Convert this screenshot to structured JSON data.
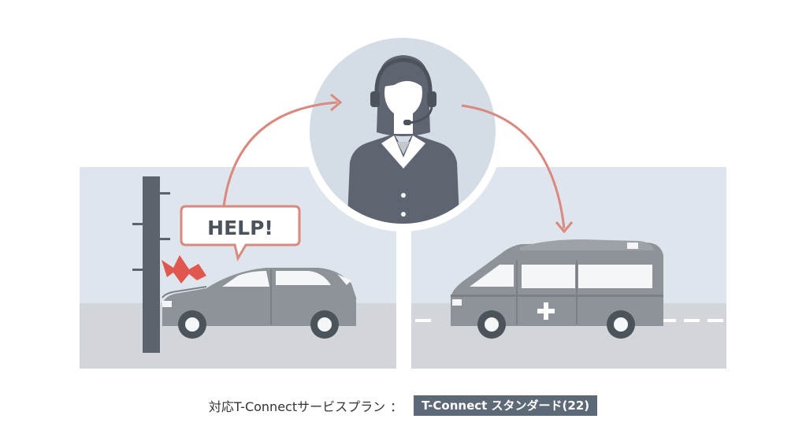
{
  "illustration": {
    "help_bubble_text": "HELP!",
    "colors": {
      "panel_bg": "#dfe5ec",
      "road": "#d2d6db",
      "pole": "#5d636b",
      "car_body": "#8e9299",
      "car_window": "#f5f6f8",
      "wheel": "#4d535b",
      "arrow": "#d9897f",
      "crash_mark": "#e0574f",
      "operator_circle": "#d4dde6",
      "operator_suit": "#5e6470",
      "ambulance_body": "#8e9299"
    },
    "icons": [
      "operator-headset-icon",
      "crash-spark-icon",
      "medical-cross-icon"
    ]
  },
  "caption": {
    "label": "対応T-Connectサービスプラン",
    "separator": "：",
    "plan_badge": "T-Connect スタンダード(22)",
    "badge_color": "#5e6977"
  }
}
